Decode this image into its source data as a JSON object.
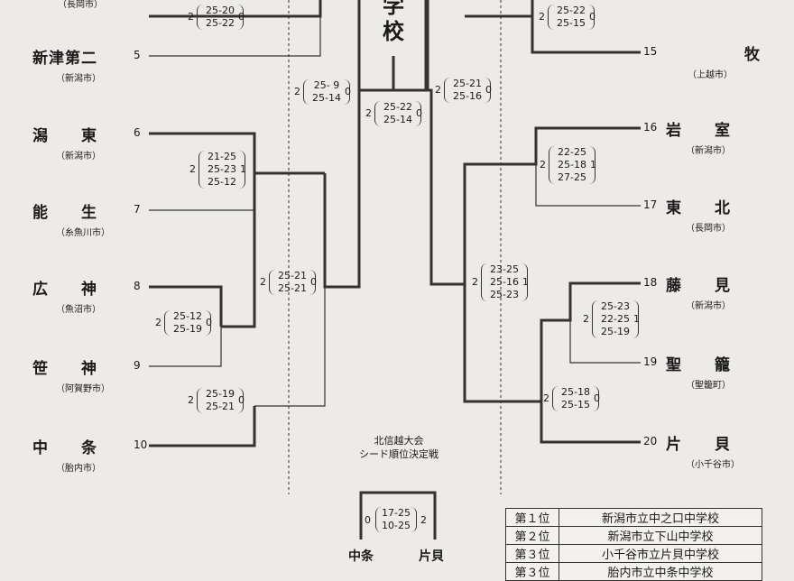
{
  "title_fragment": [
    "学",
    "校"
  ],
  "final": {
    "a": "2",
    "scores": [
      "25-22",
      "25-14"
    ],
    "b": "0"
  },
  "left_semis": {
    "a": "2",
    "scores": [
      "25- 9",
      "25-14"
    ],
    "b": "0"
  },
  "right_semis": {
    "a": "2",
    "scores": [
      "25-21",
      "25-16"
    ],
    "b": "0"
  },
  "left_teams": [
    {
      "name": "新津第二",
      "city": "（新潟市）",
      "seed": "5"
    },
    {
      "name": "潟　　東",
      "city": "（新潟市）",
      "seed": "6"
    },
    {
      "name": "能　　生",
      "city": "（糸魚川市）",
      "seed": "7"
    },
    {
      "name": "広　　神",
      "city": "（魚沼市）",
      "seed": "8"
    },
    {
      "name": "笹　　神",
      "city": "（阿賀野市）",
      "seed": "9"
    },
    {
      "name": "中　　条",
      "city": "（胎内市）",
      "seed": "10"
    }
  ],
  "left_top_city": "（長岡市）",
  "right_teams": [
    {
      "name": "牧",
      "city": "（上越市）",
      "seed": "15"
    },
    {
      "name": "岩　　室",
      "city": "（新潟市）",
      "seed": "16"
    },
    {
      "name": "東　　北",
      "city": "（長岡市）",
      "seed": "17"
    },
    {
      "name": "藤　　見",
      "city": "（新潟市）",
      "seed": "18"
    },
    {
      "name": "聖　　籠",
      "city": "（聖籠町）",
      "seed": "19"
    },
    {
      "name": "片　　貝",
      "city": "（小千谷市）",
      "seed": "20"
    }
  ],
  "left_matches": [
    {
      "a": "2",
      "scores": [
        "25-20",
        "25-22"
      ],
      "b": "0"
    },
    {
      "a": "2",
      "scores": [
        "21-25",
        "25-23",
        "25-12"
      ],
      "b": "1"
    },
    {
      "a": "2",
      "scores": [
        "25-21",
        "25-21"
      ],
      "b": "0"
    },
    {
      "a": "2",
      "scores": [
        "25-12",
        "25-19"
      ],
      "b": "0"
    },
    {
      "a": "2",
      "scores": [
        "25-19",
        "25-21"
      ],
      "b": "0"
    }
  ],
  "right_matches": [
    {
      "a": "2",
      "scores": [
        "25-22",
        "25-15"
      ],
      "b": "0"
    },
    {
      "a": "2",
      "scores": [
        "22-25",
        "25-18",
        "27-25"
      ],
      "b": "1"
    },
    {
      "a": "2",
      "scores": [
        "23-25",
        "25-16",
        "25-23"
      ],
      "b": "1"
    },
    {
      "a": "2",
      "scores": [
        "25-23",
        "22-25",
        "25-19"
      ],
      "b": "1"
    },
    {
      "a": "2",
      "scores": [
        "25-18",
        "25-15"
      ],
      "b": "0"
    }
  ],
  "seed_playoff": {
    "title_lines": [
      "北信越大会",
      "シード順位決定戦"
    ],
    "a": "0",
    "scores": [
      "17-25",
      "10-25"
    ],
    "b": "2",
    "left_team": "中条",
    "right_team": "片貝"
  },
  "ranking": [
    {
      "rank": "第１位",
      "school": "新潟市立中之口中学校"
    },
    {
      "rank": "第２位",
      "school": "新潟市立下山中学校"
    },
    {
      "rank": "第３位",
      "school": "小千谷市立片貝中学校"
    },
    {
      "rank": "第３位",
      "school": "胎内市立中条中学校"
    }
  ]
}
